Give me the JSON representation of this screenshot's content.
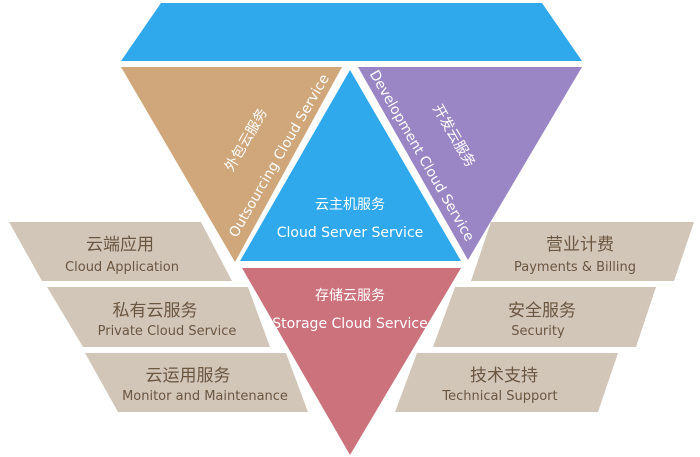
{
  "colors": {
    "top_bar": "#30a9ec",
    "outsourcing": "#cfa77b",
    "cloud_server": "#30a9ec",
    "development": "#9a86c4",
    "storage": "#cb727d",
    "panel": "#d2c6b9",
    "panel_text": "#6b5640"
  },
  "center": {
    "cloud_server": {
      "zh": "云主机服务",
      "en": "Cloud Server Service"
    },
    "storage": {
      "zh": "存储云服务",
      "en": "Storage Cloud Service"
    },
    "outsourcing": {
      "zh": "外包云服务",
      "en": "Outsourcing Cloud Service"
    },
    "development": {
      "zh": "开发云服务",
      "en": "Development Cloud Service"
    }
  },
  "left_panels": [
    {
      "zh": "云端应用",
      "en": "Cloud Application"
    },
    {
      "zh": "私有云服务",
      "en": "Private Cloud Service"
    },
    {
      "zh": "云运用服务",
      "en": "Monitor and Maintenance"
    }
  ],
  "right_panels": [
    {
      "zh": "营业计费",
      "en": "Payments & Billing"
    },
    {
      "zh": "安全服务",
      "en": "Security"
    },
    {
      "zh": "技术支持",
      "en": "Technical Support"
    }
  ]
}
